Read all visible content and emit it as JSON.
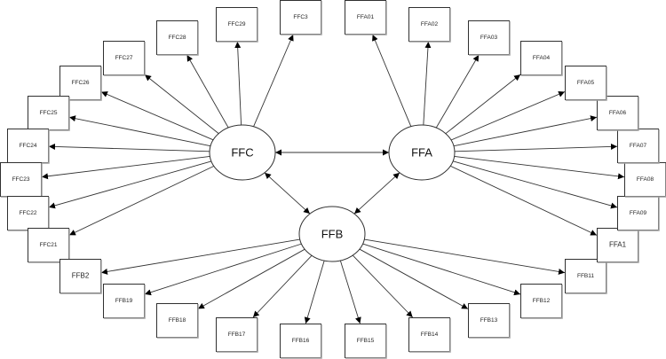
{
  "diagram": {
    "type": "hub-and-spoke",
    "hubs": [
      {
        "id": "FFC",
        "label": "FFC"
      },
      {
        "id": "FFA",
        "label": "FFA"
      },
      {
        "id": "FFB",
        "label": "FFB"
      }
    ],
    "hub_links": [
      {
        "from": "FFC",
        "to": "FFA",
        "direction": "both"
      },
      {
        "from": "FFC",
        "to": "FFB",
        "direction": "both"
      },
      {
        "from": "FFA",
        "to": "FFB",
        "direction": "both"
      }
    ],
    "nodes": [
      {
        "id": "FFC3",
        "label": "FFC3",
        "hub": "FFC"
      },
      {
        "id": "FFC29",
        "label": "FFC29",
        "hub": "FFC"
      },
      {
        "id": "FFC28",
        "label": "FFC28",
        "hub": "FFC"
      },
      {
        "id": "FFC27",
        "label": "FFC27",
        "hub": "FFC"
      },
      {
        "id": "FFC26",
        "label": "FFC26",
        "hub": "FFC"
      },
      {
        "id": "FFC25",
        "label": "FFC25",
        "hub": "FFC"
      },
      {
        "id": "FFC24",
        "label": "FFC24",
        "hub": "FFC"
      },
      {
        "id": "FFC23",
        "label": "FFC23",
        "hub": "FFC"
      },
      {
        "id": "FFC22",
        "label": "FFC22",
        "hub": "FFC"
      },
      {
        "id": "FFC21",
        "label": "FFC21",
        "hub": "FFC"
      },
      {
        "id": "FFB2",
        "label": "FFB2",
        "hub": "FFB"
      },
      {
        "id": "FFB19",
        "label": "FFB19",
        "hub": "FFB"
      },
      {
        "id": "FFB18",
        "label": "FFB18",
        "hub": "FFB"
      },
      {
        "id": "FFB17",
        "label": "FFB17",
        "hub": "FFB"
      },
      {
        "id": "FFB16",
        "label": "FFB16",
        "hub": "FFB"
      },
      {
        "id": "FFB15",
        "label": "FFB15",
        "hub": "FFB"
      },
      {
        "id": "FFB14",
        "label": "FFB14",
        "hub": "FFB"
      },
      {
        "id": "FFB13",
        "label": "FFB13",
        "hub": "FFB"
      },
      {
        "id": "FFB12",
        "label": "FFB12",
        "hub": "FFB"
      },
      {
        "id": "FFB11",
        "label": "FFB11",
        "hub": "FFB"
      },
      {
        "id": "FFA1",
        "label": "FFA1",
        "hub": "FFA"
      },
      {
        "id": "FFA09",
        "label": "FFA09",
        "hub": "FFA"
      },
      {
        "id": "FFA08",
        "label": "FFA08",
        "hub": "FFA"
      },
      {
        "id": "FFA07",
        "label": "FFA07",
        "hub": "FFA"
      },
      {
        "id": "FFA06",
        "label": "FFA06",
        "hub": "FFA"
      },
      {
        "id": "FFA05",
        "label": "FFA05",
        "hub": "FFA"
      },
      {
        "id": "FFA04",
        "label": "FFA04",
        "hub": "FFA"
      },
      {
        "id": "FFA03",
        "label": "FFA03",
        "hub": "FFA"
      },
      {
        "id": "FFA02",
        "label": "FFA02",
        "hub": "FFA"
      },
      {
        "id": "FFA01",
        "label": "FFA01",
        "hub": "FFA"
      }
    ]
  }
}
